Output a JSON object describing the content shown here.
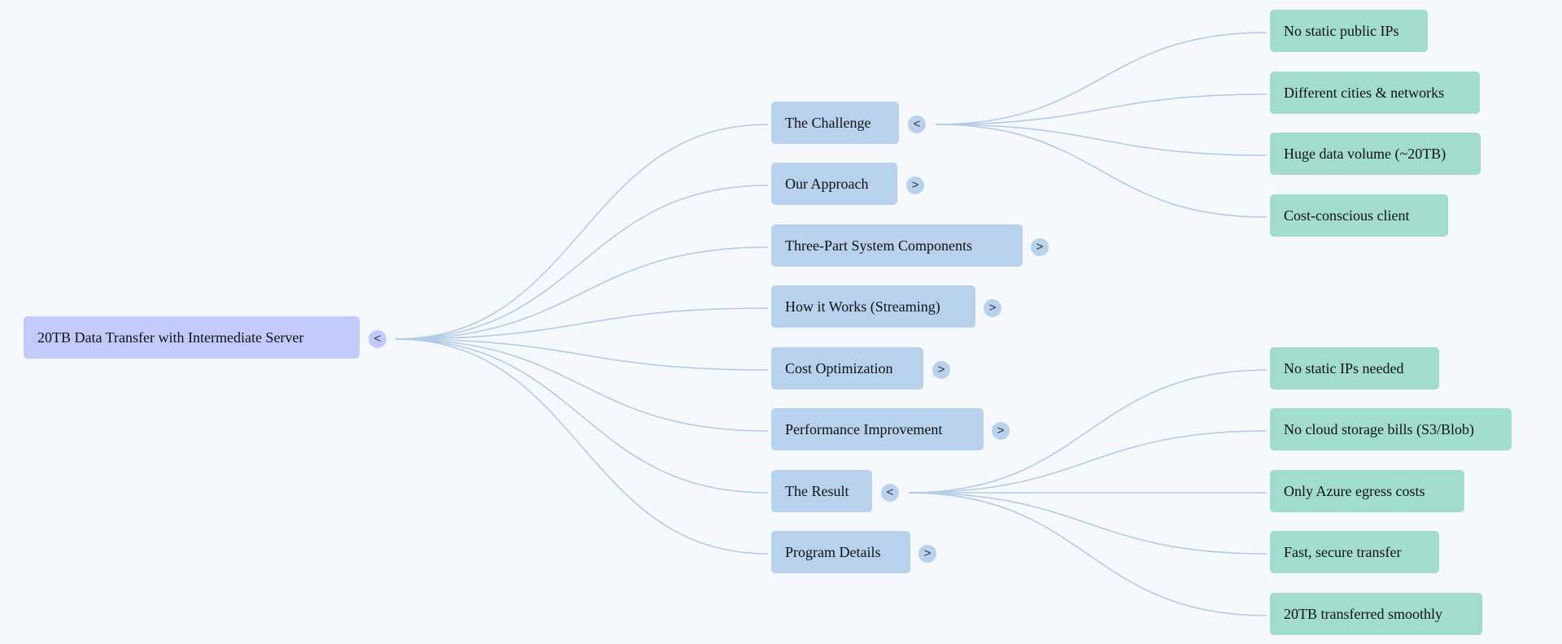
{
  "root": {
    "label": "20TB Data Transfer with Intermediate Server",
    "toggle": "<"
  },
  "branches": [
    {
      "label": "The Challenge",
      "toggle": "<",
      "children": [
        "No static public IPs",
        "Different cities & networks",
        "Huge data volume (~20TB)",
        "Cost-conscious client"
      ]
    },
    {
      "label": "Our Approach",
      "toggle": ">",
      "children": []
    },
    {
      "label": "Three-Part System Components",
      "toggle": ">",
      "children": []
    },
    {
      "label": "How it Works (Streaming)",
      "toggle": ">",
      "children": []
    },
    {
      "label": "Cost Optimization",
      "toggle": ">",
      "children": []
    },
    {
      "label": "Performance Improvement",
      "toggle": ">",
      "children": []
    },
    {
      "label": "The Result",
      "toggle": "<",
      "children": [
        "No static IPs needed",
        "No cloud storage bills (S3/Blob)",
        "Only Azure egress costs",
        "Fast, secure transfer",
        "20TB transferred smoothly"
      ]
    },
    {
      "label": "Program Details",
      "toggle": ">",
      "children": []
    }
  ],
  "colors": {
    "root": "#c2c9fb",
    "branch": "#b8d1ec",
    "leaf": "#a2dccf",
    "link": "#b4cbe5",
    "background": "#f5f8fc"
  }
}
